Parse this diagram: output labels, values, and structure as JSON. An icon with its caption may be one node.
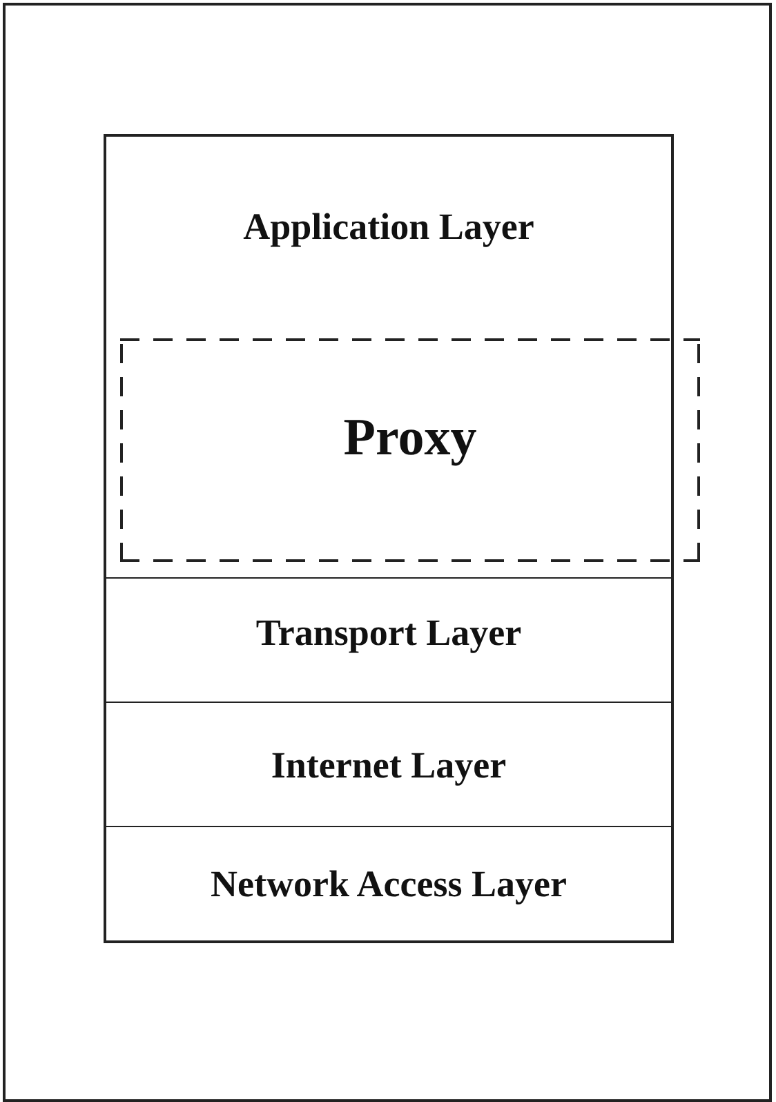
{
  "diagram": {
    "nodes": [
      {
        "text": [
          "Application Layer"
        ]
      },
      {
        "text": [
          "Proxy"
        ],
        "in": 0
      },
      {
        "text": [
          "Transport Layer"
        ]
      },
      {
        "text": [
          "Internet Layer"
        ]
      },
      {
        "text": [
          "Network Access Layer"
        ]
      }
    ]
  }
}
